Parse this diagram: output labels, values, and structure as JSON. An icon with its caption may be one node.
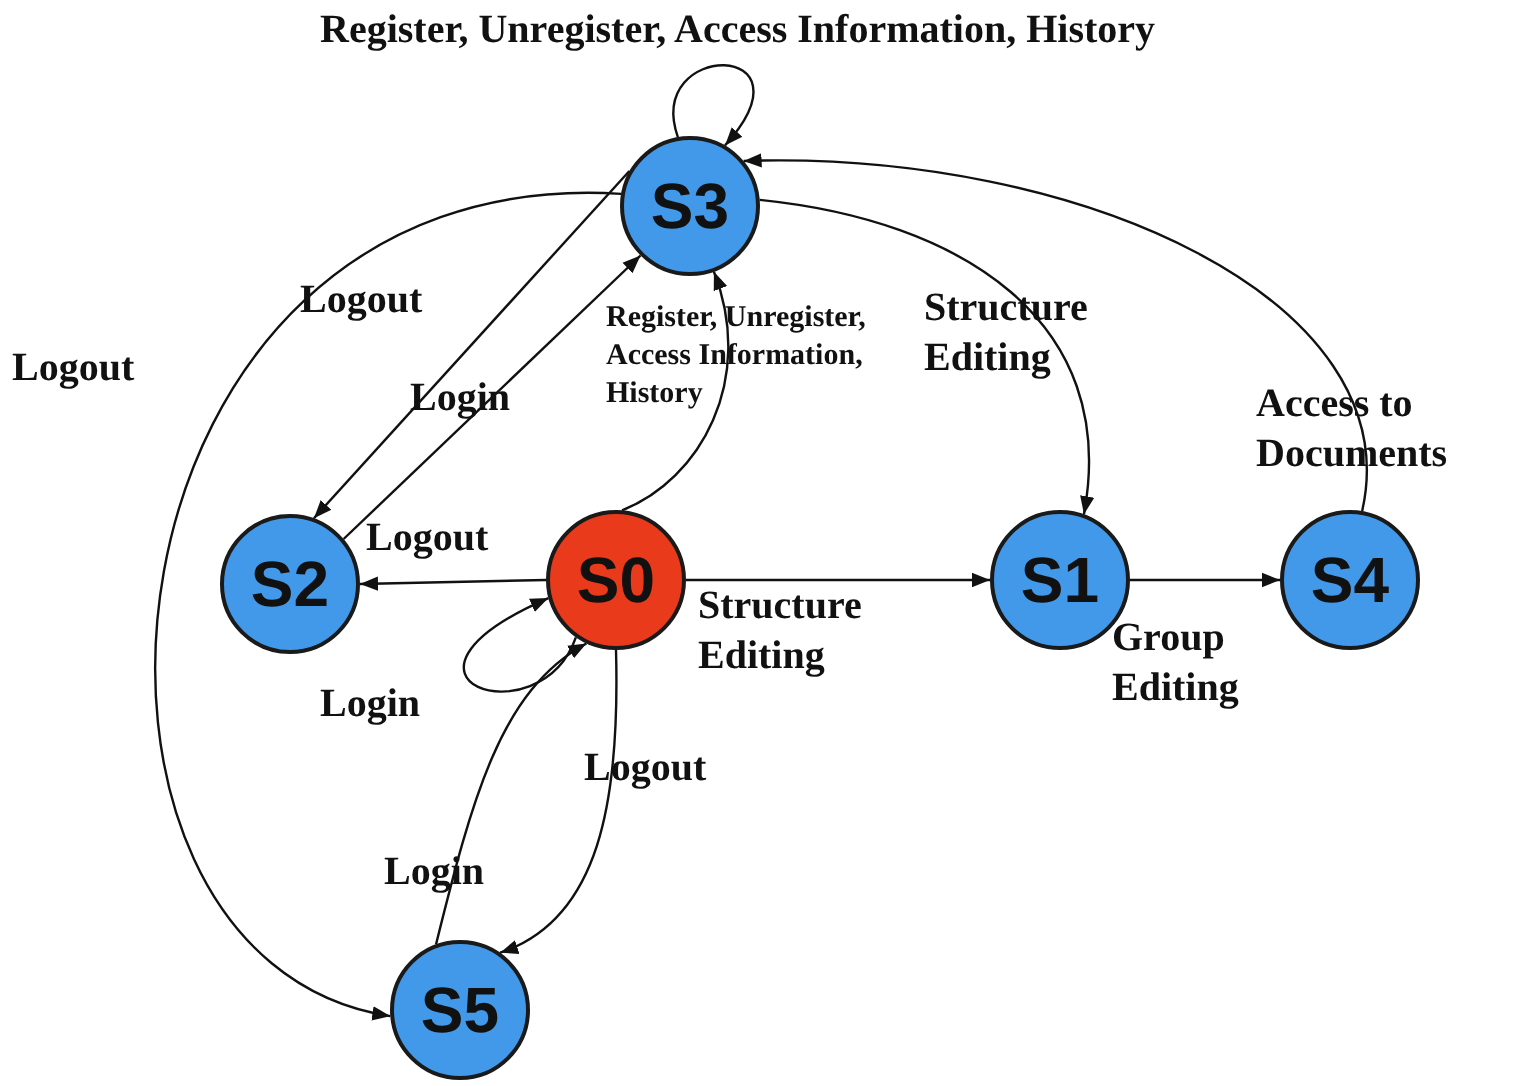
{
  "diagram": {
    "nodes": [
      {
        "text": [
          "S3"
        ]
      },
      {
        "text": [
          "S2"
        ]
      },
      {
        "text": [
          "S0"
        ]
      },
      {
        "text": [
          "S1"
        ]
      },
      {
        "text": [
          "S4"
        ]
      },
      {
        "text": [
          "S5"
        ]
      }
    ],
    "edges": [
      {
        "from": 0,
        "to": 0,
        "arrow": "to",
        "label": "Register, Unregister, Access Information, History"
      },
      {
        "from": 0,
        "to": 1,
        "arrow": "to",
        "label": "Logout"
      },
      {
        "from": 1,
        "to": 0,
        "arrow": "to",
        "label": "Login"
      },
      {
        "from": 2,
        "to": 0,
        "arrow": "to",
        "label": "Register, Unregister, Access Information, History"
      },
      {
        "from": 0,
        "to": 3,
        "arrow": "to",
        "label": "Structure Editing"
      },
      {
        "from": 4,
        "to": 0,
        "arrow": "to",
        "label": "Access to Documents"
      },
      {
        "from": 0,
        "to": 5,
        "arrow": "to",
        "label": "Logout"
      },
      {
        "from": 2,
        "to": 1,
        "arrow": "to",
        "label": "Logout"
      },
      {
        "from": 2,
        "to": 3,
        "arrow": "to",
        "label": "Structure Editing"
      },
      {
        "from": 3,
        "to": 4,
        "arrow": "to",
        "label": "Group Editing"
      },
      {
        "from": 2,
        "to": 2,
        "arrow": "to",
        "label": "Login"
      },
      {
        "from": 2,
        "to": 5,
        "arrow": "to",
        "label": "Logout"
      },
      {
        "from": 5,
        "to": 2,
        "arrow": "to",
        "label": "Login"
      }
    ]
  }
}
